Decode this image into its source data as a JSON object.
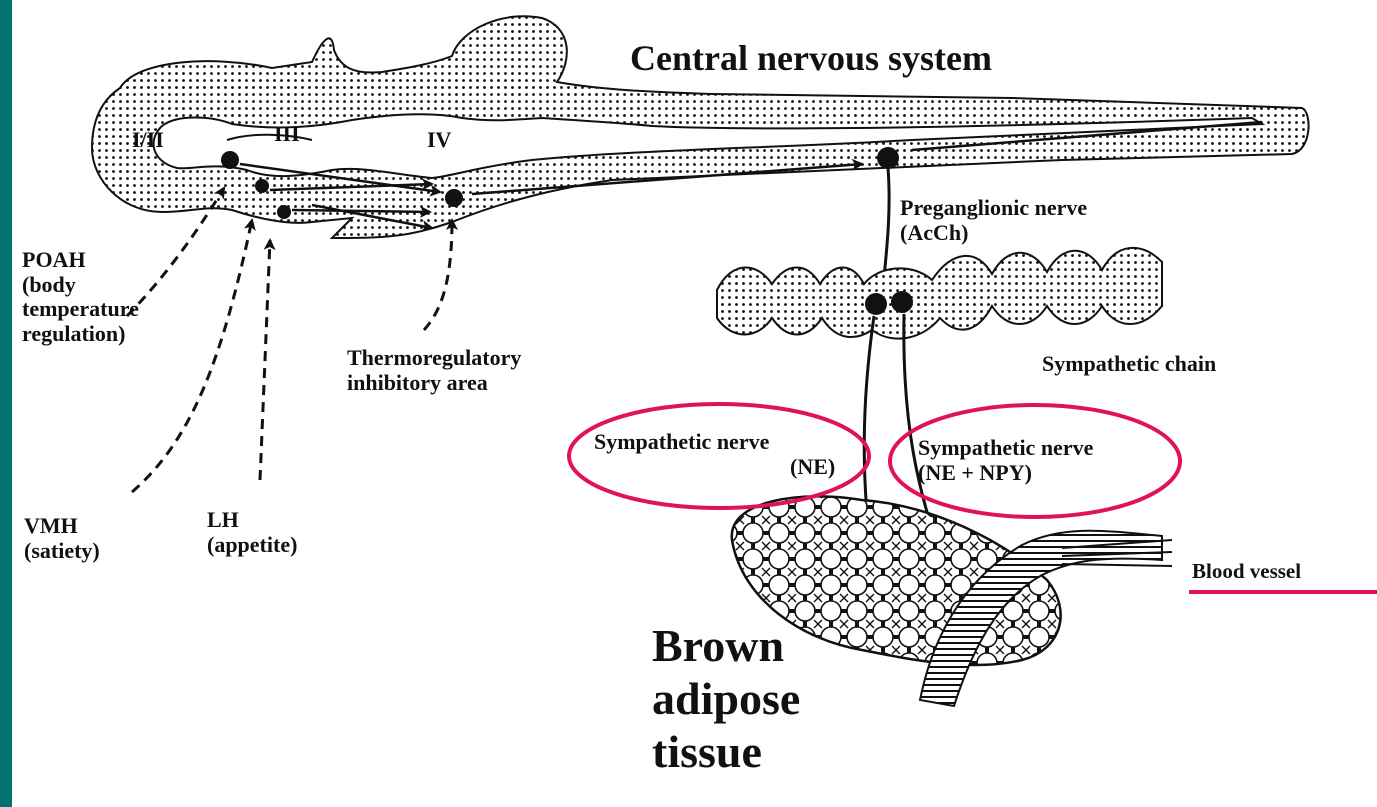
{
  "diagram": {
    "title": "Central nervous system",
    "regions": {
      "r1": "I/II",
      "r3": "III",
      "r4": "IV"
    },
    "labels": {
      "poah_line1": "POAH",
      "poah_line2": "(body",
      "poah_line3": "temperature",
      "poah_line4": "regulation)",
      "vmh_line1": "VMH",
      "vmh_line2": "(satiety)",
      "lh_line1": "LH",
      "lh_line2": "(appetite)",
      "thermo_line1": "Thermoregulatory",
      "thermo_line2": "inhibitory area",
      "pregang_line1": "Preganglionic nerve",
      "pregang_line2": "(AcCh)",
      "chain": "Sympathetic chain",
      "symp1_line1": "Sympathetic nerve",
      "symp1_line2": "(NE)",
      "symp2_line1": "Sympathetic nerve",
      "symp2_line2": "(NE + NPY)",
      "blood_vessel": "Blood vessel",
      "bat_line1": "Brown",
      "bat_line2": "adipose",
      "bat_line3": "tissue"
    },
    "colors": {
      "frame": "#007272",
      "highlight": "#e0115f",
      "ink": "#111111"
    }
  }
}
